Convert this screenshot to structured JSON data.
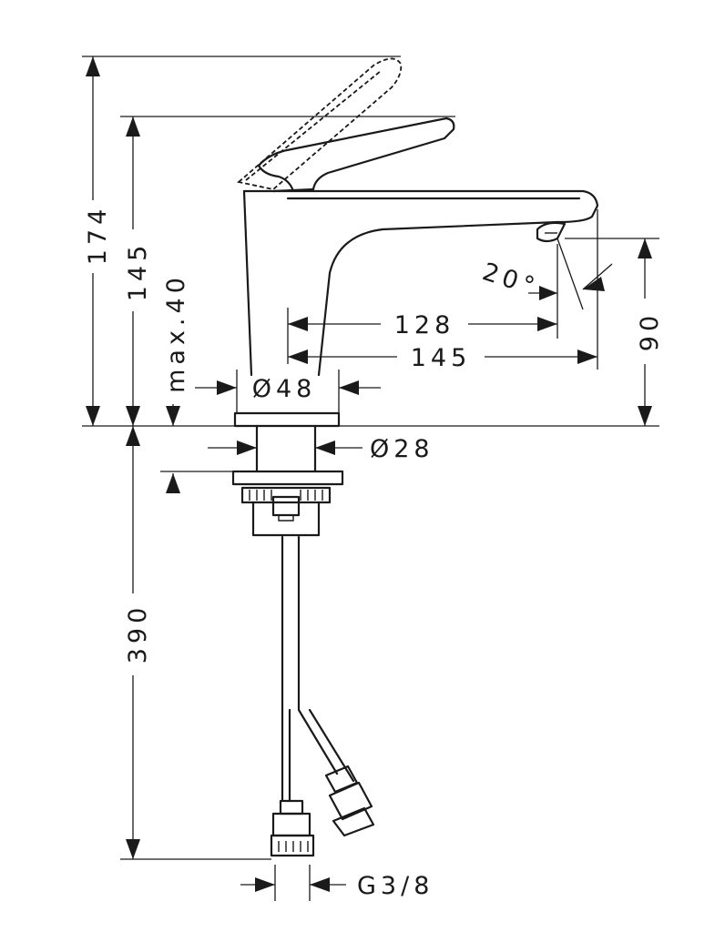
{
  "dimensions": {
    "d174": "174",
    "d145_left": "145",
    "d_max40": "max.40",
    "d_dia48": "Ø48",
    "d128": "128",
    "d145_spout": "145",
    "d20deg": "20°",
    "d90": "90",
    "d_dia28": "Ø28",
    "d390": "390",
    "d_g38": "G3/8"
  }
}
